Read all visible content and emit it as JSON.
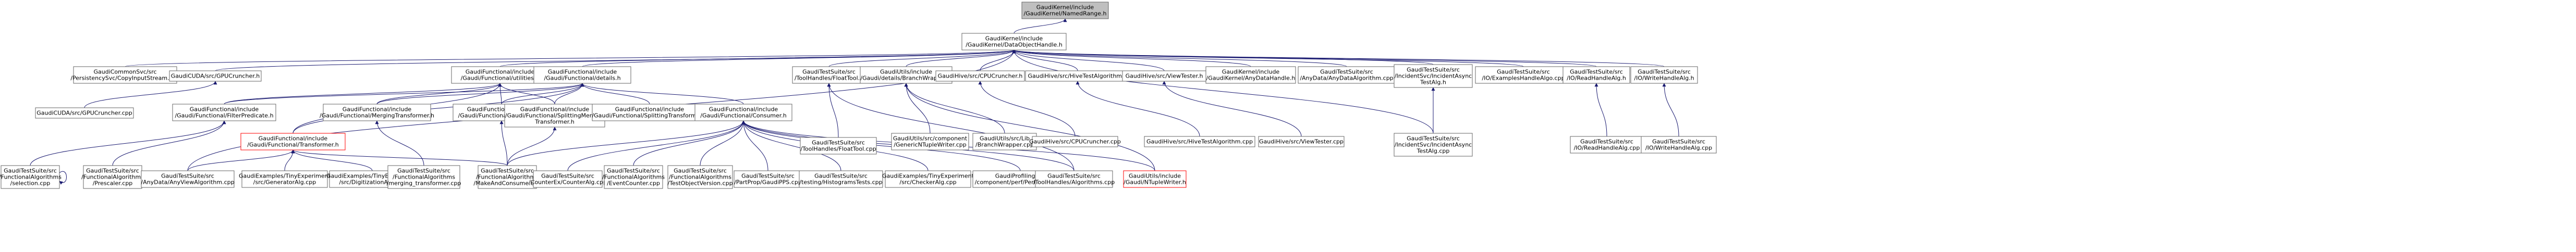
{
  "colors": {
    "node_border": "#666666",
    "root_fill": "#bfbfbf",
    "node_fill": "#ffffff",
    "missing_border": "#ff0000",
    "edge": "#191970",
    "text": "#000000"
  },
  "nodes": [
    {
      "id": "named_range",
      "label": [
        "GaudiKernel/include",
        "/GaudiKernel/NamedRange.h"
      ],
      "style": "root"
    },
    {
      "id": "data_handle",
      "label": [
        "GaudiKernel/include",
        "/GaudiKernel/DataObjectHandle.h"
      ]
    },
    {
      "id": "persistency",
      "label": [
        "GaudiCommonSvc/src",
        "/PersistencySvc/CopyInputStream.cpp"
      ]
    },
    {
      "id": "gpu_cruncher_h",
      "label": [
        "GaudiCUDA/src/GPUCruncher.h"
      ]
    },
    {
      "id": "gpu_cruncher_cpp",
      "label": [
        "GaudiCUDA/src/GPUCruncher.cpp"
      ]
    },
    {
      "id": "func_utilities",
      "label": [
        "GaudiFunctional/include",
        "/Gaudi/Functional/utilities.h"
      ]
    },
    {
      "id": "func_details",
      "label": [
        "GaudiFunctional/include",
        "/Gaudi/Functional/details.h"
      ]
    },
    {
      "id": "filter_predicate",
      "label": [
        "GaudiFunctional/include",
        "/Gaudi/Functional/FilterPredicate.h"
      ]
    },
    {
      "id": "transformer",
      "label": [
        "GaudiFunctional/include",
        "/Gaudi/Functional/Transformer.h"
      ],
      "style": "missing"
    },
    {
      "id": "merging_transformer",
      "label": [
        "GaudiFunctional/include",
        "/Gaudi/Functional/MergingTransformer.h"
      ]
    },
    {
      "id": "tool_binder",
      "label": [
        "GaudiFunctional/include",
        "/Gaudi/Functional/ToolBinder.h"
      ]
    },
    {
      "id": "splitting_merging",
      "label": [
        "GaudiFunctional/include",
        "/Gaudi/Functional/SplittingMerging",
        "Transformer.h"
      ]
    },
    {
      "id": "splitting_transformer",
      "label": [
        "GaudiFunctional/include",
        "/Gaudi/Functional/SplittingTransformer.h"
      ]
    },
    {
      "id": "consumer",
      "label": [
        "GaudiFunctional/include",
        "/Gaudi/Functional/Consumer.h"
      ]
    },
    {
      "id": "selection",
      "label": [
        "GaudiTestSuite/src",
        "/FunctionalAlgorithms",
        "/selection.cpp"
      ]
    },
    {
      "id": "prescaler",
      "label": [
        "GaudiTestSuite/src",
        "/FunctionalAlgorithms",
        "/Prescaler.cpp"
      ]
    },
    {
      "id": "any_view_alg",
      "label": [
        "GaudiTestSuite/src",
        "/AnyData/AnyViewAlgorithm.cpp"
      ]
    },
    {
      "id": "generator_alg",
      "label": [
        "GaudiExamples/TinyExperiment",
        "/src/GeneratorAlg.cpp"
      ]
    },
    {
      "id": "digitization_alg",
      "label": [
        "GaudiExamples/TinyExperiment",
        "/src/DigitizationAlg.cpp"
      ]
    },
    {
      "id": "merging_transformer_cpp",
      "label": [
        "GaudiTestSuite/src",
        "/FunctionalAlgorithms",
        "/merging_transformer.cpp"
      ]
    },
    {
      "id": "make_and_consume",
      "label": [
        "GaudiTestSuite/src",
        "/FunctionalAlgorithms",
        "/MakeAndConsume.cpp"
      ]
    },
    {
      "id": "counter_alg",
      "label": [
        "GaudiTestSuite/src",
        "/CounterEx/CounterAlg.cpp"
      ]
    },
    {
      "id": "event_counter",
      "label": [
        "GaudiTestSuite/src",
        "/FunctionalAlgorithms",
        "/EventCounter.cpp"
      ]
    },
    {
      "id": "test_objversion",
      "label": [
        "GaudiTestSuite/src",
        "/FunctionalAlgorithms",
        "/TestObjectVersion.cpp"
      ]
    },
    {
      "id": "part_prop",
      "label": [
        "GaudiTestSuite/src",
        "/PartProp/GaudiPPS.cpp"
      ]
    },
    {
      "id": "histograms_tests",
      "label": [
        "GaudiTestSuite/src",
        "/testing/HistogramsTests.cpp"
      ]
    },
    {
      "id": "checker_alg",
      "label": [
        "GaudiExamples/TinyExperiment",
        "/src/CheckerAlg.cpp"
      ]
    },
    {
      "id": "perf_profile",
      "label": [
        "GaudiProfiling/src",
        "/component/perf/PerfProfile.cpp"
      ]
    },
    {
      "id": "tool_handles_alg",
      "label": [
        "GaudiTestSuite/src",
        "/ToolHandles/Algorithms.cpp"
      ]
    },
    {
      "id": "ntuple_writer",
      "label": [
        "GaudiUtils/include",
        "/Gaudi/NTupleWriter.h"
      ],
      "style": "missing"
    },
    {
      "id": "float_tool_h",
      "label": [
        "GaudiTestSuite/src",
        "/ToolHandles/FloatTool.h"
      ]
    },
    {
      "id": "float_tool_cpp",
      "label": [
        "GaudiTestSuite/src",
        "/ToolHandles/FloatTool.cpp"
      ]
    },
    {
      "id": "branch_wrapper_h",
      "label": [
        "GaudiUtils/include",
        "/Gaudi/details/BranchWrapper.h"
      ]
    },
    {
      "id": "generic_ntuple",
      "label": [
        "GaudiUtils/src/component",
        "/GenericNTupleWriter.cpp"
      ]
    },
    {
      "id": "branch_wrapper_cpp",
      "label": [
        "GaudiUtils/src/Lib",
        "/BranchWrapper.cpp"
      ]
    },
    {
      "id": "cpu_cruncher_h",
      "label": [
        "GaudiHive/src/CPUCruncher.h"
      ]
    },
    {
      "id": "cpu_cruncher_cpp",
      "label": [
        "GaudiHive/src/CPUCruncher.cpp"
      ]
    },
    {
      "id": "hive_test_alg_h",
      "label": [
        "GaudiHive/src/HiveTestAlgorithm.h"
      ]
    },
    {
      "id": "hive_test_alg_cpp",
      "label": [
        "GaudiHive/src/HiveTestAlgorithm.cpp"
      ]
    },
    {
      "id": "view_tester_h",
      "label": [
        "GaudiHive/src/ViewTester.h"
      ]
    },
    {
      "id": "view_tester_cpp",
      "label": [
        "GaudiHive/src/ViewTester.cpp"
      ]
    },
    {
      "id": "any_data_handle",
      "label": [
        "GaudiKernel/include",
        "/GaudiKernel/AnyDataHandle.h"
      ]
    },
    {
      "id": "any_data_alg",
      "label": [
        "GaudiTestSuite/src",
        "/AnyData/AnyDataAlgorithm.cpp"
      ]
    },
    {
      "id": "incident_async_h",
      "label": [
        "GaudiTestSuite/src",
        "/IncidentSvc/IncidentAsync",
        "TestAlg.h"
      ]
    },
    {
      "id": "incident_async_cpp",
      "label": [
        "GaudiTestSuite/src",
        "/IncidentSvc/IncidentAsync",
        "TestAlg.cpp"
      ]
    },
    {
      "id": "examples_handle",
      "label": [
        "GaudiTestSuite/src",
        "/IO/ExamplesHandleAlgo.cpp"
      ]
    },
    {
      "id": "read_handle_h",
      "label": [
        "GaudiTestSuite/src",
        "/IO/ReadHandleAlg.h"
      ]
    },
    {
      "id": "read_handle_cpp",
      "label": [
        "GaudiTestSuite/src",
        "/IO/ReadHandleAlg.cpp"
      ]
    },
    {
      "id": "write_handle_h",
      "label": [
        "GaudiTestSuite/src",
        "/IO/WriteHandleAlg.h"
      ]
    },
    {
      "id": "write_handle_cpp",
      "label": [
        "GaudiTestSuite/src",
        "/IO/WriteHandleAlg.cpp"
      ]
    }
  ],
  "edges": [
    [
      "data_handle",
      "named_range"
    ],
    [
      "persistency",
      "data_handle"
    ],
    [
      "gpu_cruncher_h",
      "data_handle"
    ],
    [
      "gpu_cruncher_cpp",
      "gpu_cruncher_h"
    ],
    [
      "func_utilities",
      "data_handle"
    ],
    [
      "func_details",
      "data_handle"
    ],
    [
      "float_tool_h",
      "data_handle"
    ],
    [
      "branch_wrapper_h",
      "data_handle"
    ],
    [
      "cpu_cruncher_h",
      "data_handle"
    ],
    [
      "hive_test_alg_h",
      "data_handle"
    ],
    [
      "view_tester_h",
      "data_handle"
    ],
    [
      "any_data_handle",
      "data_handle"
    ],
    [
      "any_data_alg",
      "data_handle"
    ],
    [
      "incident_async_h",
      "data_handle"
    ],
    [
      "examples_handle",
      "data_handle"
    ],
    [
      "read_handle_h",
      "data_handle"
    ],
    [
      "write_handle_h",
      "data_handle"
    ],
    [
      "any_view_alg",
      "data_handle"
    ],
    [
      "incident_async_cpp",
      "data_handle"
    ],
    [
      "filter_predicate",
      "func_utilities"
    ],
    [
      "transformer",
      "func_utilities"
    ],
    [
      "merging_transformer",
      "func_utilities"
    ],
    [
      "tool_binder",
      "func_utilities"
    ],
    [
      "splitting_merging",
      "func_utilities"
    ],
    [
      "filter_predicate",
      "func_details"
    ],
    [
      "transformer",
      "func_details"
    ],
    [
      "merging_transformer",
      "func_details"
    ],
    [
      "tool_binder",
      "func_details"
    ],
    [
      "splitting_merging",
      "func_details"
    ],
    [
      "splitting_transformer",
      "func_details"
    ],
    [
      "consumer",
      "func_details"
    ],
    [
      "selection",
      "filter_predicate"
    ],
    [
      "prescaler",
      "filter_predicate"
    ],
    [
      "selection",
      "selection"
    ],
    [
      "any_view_alg",
      "transformer"
    ],
    [
      "generator_alg",
      "transformer"
    ],
    [
      "digitization_alg",
      "transformer"
    ],
    [
      "make_and_consume",
      "transformer"
    ],
    [
      "merging_transformer_cpp",
      "merging_transformer"
    ],
    [
      "make_and_consume",
      "tool_binder"
    ],
    [
      "make_and_consume",
      "splitting_merging"
    ],
    [
      "make_and_consume",
      "consumer"
    ],
    [
      "counter_alg",
      "consumer"
    ],
    [
      "event_counter",
      "consumer"
    ],
    [
      "test_objversion",
      "consumer"
    ],
    [
      "part_prop",
      "consumer"
    ],
    [
      "histograms_tests",
      "consumer"
    ],
    [
      "checker_alg",
      "consumer"
    ],
    [
      "perf_profile",
      "consumer"
    ],
    [
      "tool_handles_alg",
      "consumer"
    ],
    [
      "ntuple_writer",
      "consumer"
    ],
    [
      "float_tool_cpp",
      "float_tool_h"
    ],
    [
      "tool_handles_alg",
      "float_tool_h"
    ],
    [
      "generic_ntuple",
      "branch_wrapper_h"
    ],
    [
      "branch_wrapper_cpp",
      "branch_wrapper_h"
    ],
    [
      "ntuple_writer",
      "branch_wrapper_h"
    ],
    [
      "cpu_cruncher_cpp",
      "cpu_cruncher_h"
    ],
    [
      "hive_test_alg_cpp",
      "hive_test_alg_h"
    ],
    [
      "view_tester_cpp",
      "view_tester_h"
    ],
    [
      "incident_async_cpp",
      "incident_async_h"
    ],
    [
      "read_handle_cpp",
      "read_handle_h"
    ],
    [
      "write_handle_cpp",
      "write_handle_h"
    ]
  ]
}
